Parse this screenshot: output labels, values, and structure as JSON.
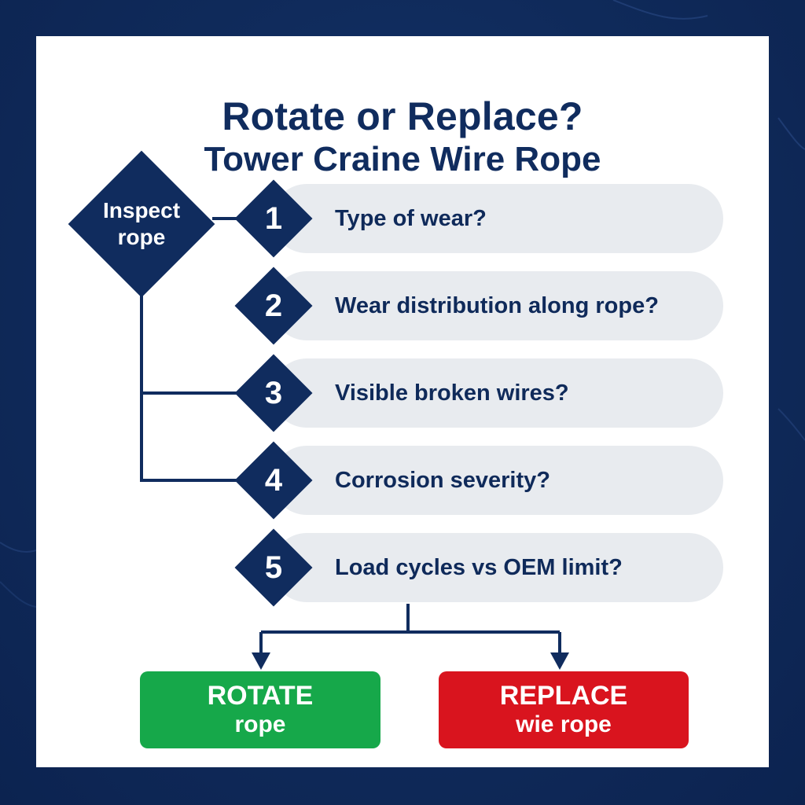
{
  "header": {
    "title": "Rotate or Replace?",
    "subtitle": "Tower Craine Wire Rope"
  },
  "start": {
    "label": "Inspect\nrope"
  },
  "steps": [
    {
      "number": "1",
      "question": "Type of wear?"
    },
    {
      "number": "2",
      "question": "Wear distribution along rope?"
    },
    {
      "number": "3",
      "question": "Visible broken wires?"
    },
    {
      "number": "4",
      "question": "Corrosion severity?"
    },
    {
      "number": "5",
      "question": "Load cycles vs OEM limit?"
    }
  ],
  "outcomes": {
    "rotate": {
      "line1": "ROTATE",
      "line2": "rope",
      "color": "#16a84a"
    },
    "replace": {
      "line1": "REPLACE",
      "line2": "wie rope",
      "color": "#d9141e"
    }
  },
  "colors": {
    "background": "#0f2a5a",
    "navy": "#102c5e",
    "pill": "#e8ebef",
    "card": "#ffffff"
  }
}
